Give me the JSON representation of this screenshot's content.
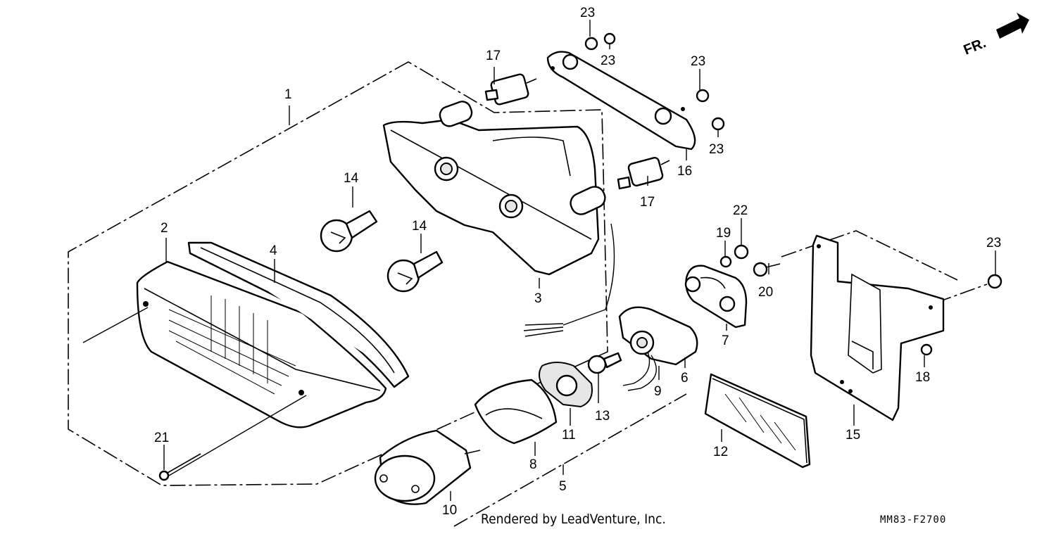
{
  "diagram": {
    "direction_label": "FR.",
    "credit": "Rendered by LeadVenture, Inc.",
    "code": "MM83-F2700",
    "callouts": [
      "1",
      "2",
      "3",
      "4",
      "5",
      "6",
      "7",
      "8",
      "9",
      "10",
      "11",
      "12",
      "13",
      "14",
      "14",
      "15",
      "16",
      "17",
      "17",
      "18",
      "19",
      "20",
      "21",
      "22",
      "23",
      "23",
      "23",
      "23",
      "23"
    ]
  }
}
